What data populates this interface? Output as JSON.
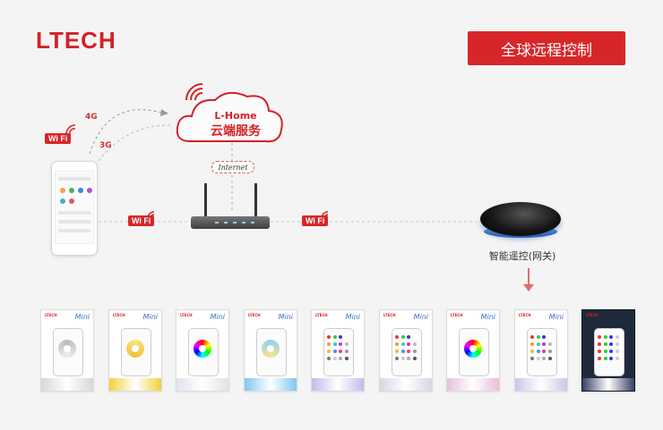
{
  "brand": {
    "logo": "LTECH"
  },
  "banner": {
    "title": "全球远程控制"
  },
  "cloud": {
    "name": "L-Home",
    "service": "云端服务"
  },
  "network": {
    "internet": "Internet",
    "g4": "4G",
    "g3": "3G",
    "wifi": "Wi Fi"
  },
  "hub": {
    "label": "智能遥控(网关)"
  },
  "packages": [
    {
      "mini": "Mini",
      "style": "wheel-white",
      "stripe": "#d8d8d8"
    },
    {
      "mini": "Mini",
      "style": "wheel-yellow",
      "stripe": "#f2d23c"
    },
    {
      "mini": "Mini",
      "style": "wheel-rgb",
      "stripe": "#e6e0ea"
    },
    {
      "mini": "Mini",
      "style": "wheel-cw",
      "stripe": "#7ec8ef"
    },
    {
      "mini": "Mini",
      "style": "buttons-rgb",
      "stripe": "#c7b8ea"
    },
    {
      "mini": "Mini",
      "style": "buttons-rgb",
      "stripe": "#d6d6e8"
    },
    {
      "mini": "Mini",
      "style": "wheel-rgb",
      "stripe": "#e8c0d8"
    },
    {
      "mini": "Mini",
      "style": "buttons-rgb",
      "stripe": "#c8c8ec"
    },
    {
      "mini": "",
      "style": "dark-box",
      "stripe": "#3a3f6a"
    }
  ],
  "colors": {
    "brand_red": "#d7262a",
    "accent_blue": "#3a6fc7"
  }
}
